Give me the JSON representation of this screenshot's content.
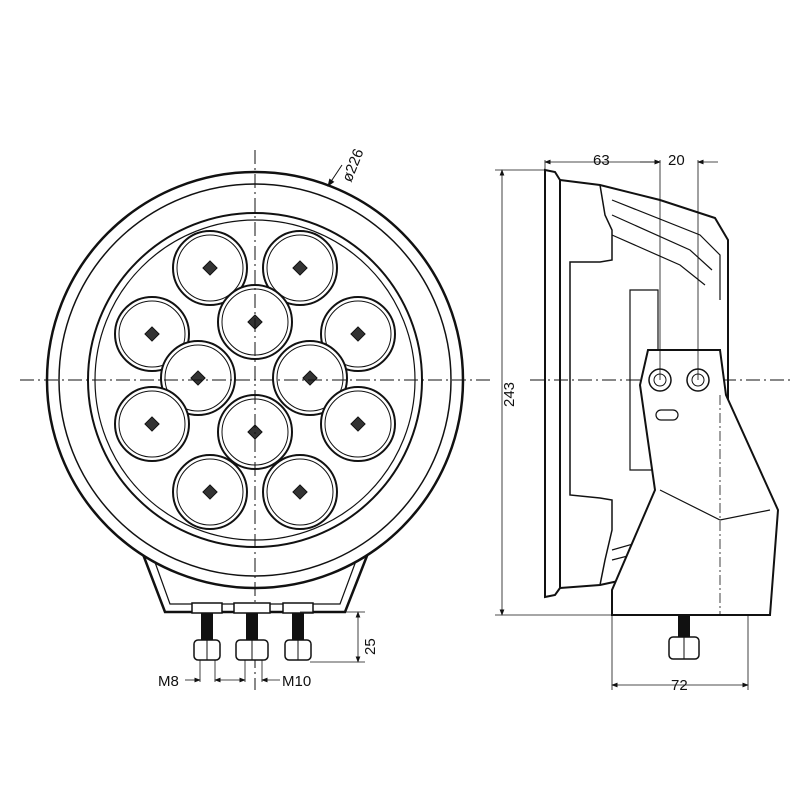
{
  "drawing": {
    "front_view": {
      "diameter_label": "ø226"
    },
    "side_view": {
      "depth_label": "63",
      "offset_label": "20",
      "height_label": "243",
      "bracket_width_label": "72"
    },
    "mounting": {
      "bolt_small_label": "M8",
      "bolt_large_label": "M10",
      "bolt_length_label": "25"
    }
  }
}
